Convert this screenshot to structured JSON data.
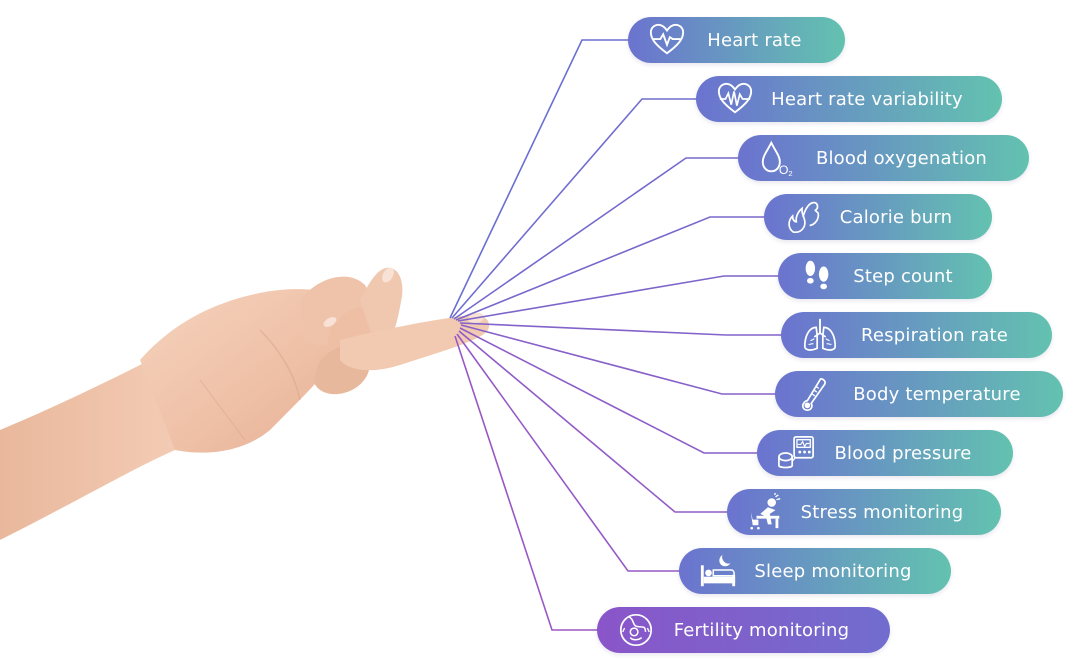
{
  "metrics": [
    {
      "label": "Heart rate",
      "icon": "heart-pulse-icon"
    },
    {
      "label": "Heart rate variability",
      "icon": "heart-variability-icon"
    },
    {
      "label": "Blood oxygenation",
      "icon": "oxygen-drop-icon"
    },
    {
      "label": "Calorie burn",
      "icon": "flame-muscle-icon"
    },
    {
      "label": "Step count",
      "icon": "footprints-icon"
    },
    {
      "label": "Respiration rate",
      "icon": "lungs-icon"
    },
    {
      "label": "Body temperature",
      "icon": "thermometer-icon"
    },
    {
      "label": "Blood pressure",
      "icon": "blood-pressure-monitor-icon"
    },
    {
      "label": "Stress monitoring",
      "icon": "stressed-person-icon"
    },
    {
      "label": "Sleep monitoring",
      "icon": "bed-moon-icon"
    },
    {
      "label": "Fertility monitoring",
      "icon": "pregnancy-icon"
    }
  ],
  "icon_text": {
    "oxygen_symbol": "O₂"
  },
  "colors": {
    "pill_gradient_start": "#6b73cf",
    "pill_gradient_end": "#63c2b0",
    "fertility_start": "#8a55c9",
    "line_top": "#6b6fd0",
    "line_bottom": "#9a57c4",
    "skin": "#f1c6ae"
  }
}
